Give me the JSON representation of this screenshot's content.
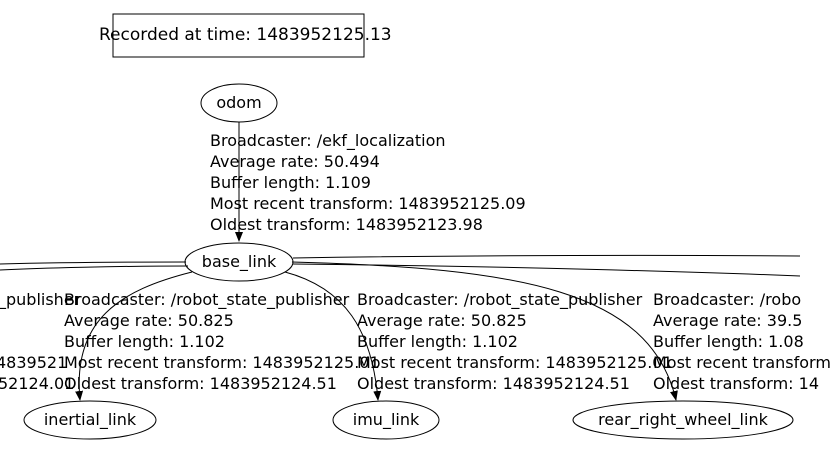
{
  "recorded": "Recorded at time: 1483952125.13",
  "nodes": {
    "odom": "odom",
    "base_link": "base_link",
    "inertial_link": "inertial_link",
    "imu_link": "imu_link",
    "rear_right_wheel_link": "rear_right_wheel_link"
  },
  "edges": {
    "odom_to_base": {
      "broadcaster": "Broadcaster: /ekf_localization",
      "rate": "Average rate: 50.494",
      "buffer": "Buffer length: 1.109",
      "recent": "Most recent transform: 1483952125.09",
      "oldest": "Oldest transform: 1483952123.98"
    },
    "left_cut": {
      "broadcaster": "_publisher",
      "recent": "4839521",
      "oldest": "52124.01"
    },
    "base_to_inertial": {
      "broadcaster": "Broadcaster: /robot_state_publisher",
      "rate": "Average rate: 50.825",
      "buffer": "Buffer length: 1.102",
      "recent": "Most recent transform: 1483952125.01",
      "oldest": "Oldest transform: 1483952124.51"
    },
    "base_to_imu": {
      "broadcaster": "Broadcaster: /robot_state_publisher",
      "rate": "Average rate: 50.825",
      "buffer": "Buffer length: 1.102",
      "recent": "Most recent transform: 1483952125.01",
      "oldest": "Oldest transform: 1483952124.51"
    },
    "base_to_rear_right": {
      "broadcaster": "Broadcaster: /robo",
      "rate": "Average rate: 39.5",
      "buffer": "Buffer length: 1.08",
      "recent": "Most recent transform",
      "oldest": "Oldest transform: 14"
    }
  }
}
